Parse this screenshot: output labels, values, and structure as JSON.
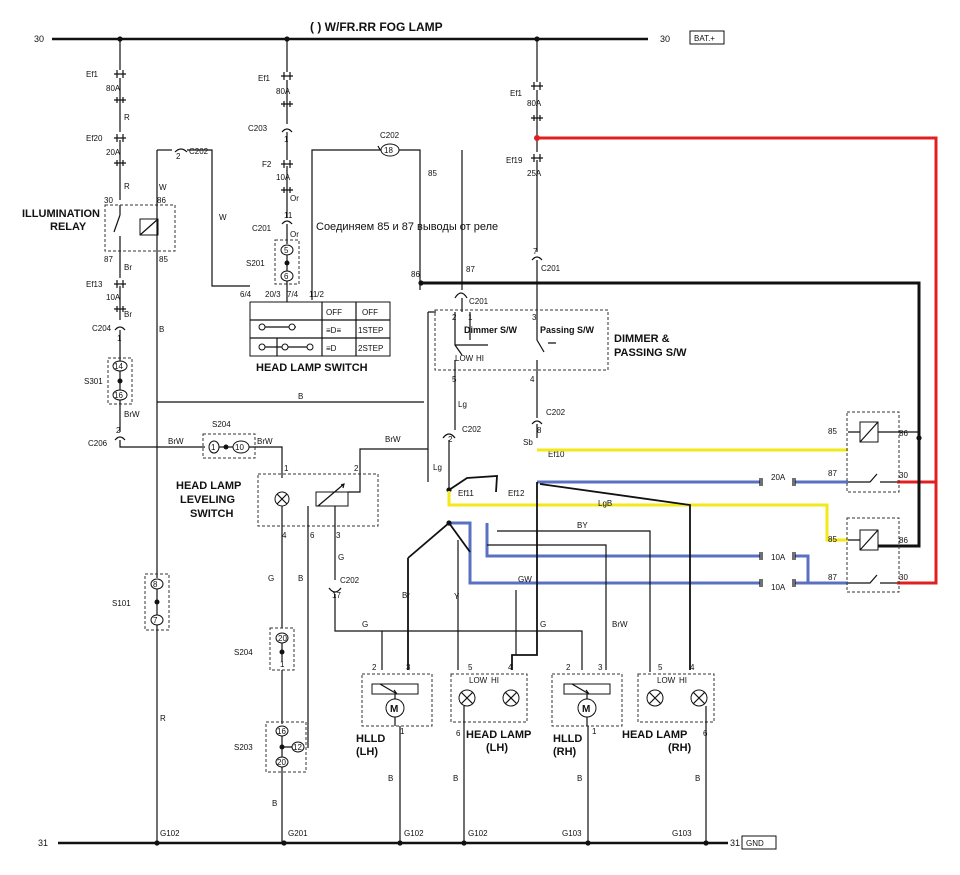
{
  "title": "( ) W/FR.RR FOG LAMP",
  "rails": {
    "top_left": "30",
    "top_right": "30",
    "bat": "BAT.+",
    "bottom_left": "31",
    "bottom_right": "31",
    "gnd": "GND"
  },
  "fuses": {
    "ef1_left": "Ef1",
    "ef1_left_rating": "80A",
    "ef20": "Ef20",
    "ef20_rating": "20A",
    "ef13": "Ef13",
    "ef13_rating": "10A",
    "ef1_mid": "Ef1",
    "ef1_mid_rating": "80A",
    "f2": "F2",
    "f2_rating": "10A",
    "ef1_right": "Ef1",
    "ef1_right_rating": "80A",
    "ef19": "Ef19",
    "ef19_rating": "25A",
    "ef10": "Ef10",
    "ef11": "Ef11",
    "ef12": "Ef12",
    "fuse_20a": "20A",
    "fuse_10a_1": "10A",
    "fuse_10a_2": "10A"
  },
  "connectors": {
    "c202_a": "C202",
    "c202_a_pin": "2",
    "c203": "C203",
    "c203_pin": "1",
    "c202_b": "C202",
    "c202_b_pin": "18",
    "c201_a": "C201",
    "c201_a_pin": "11",
    "s201": "S201",
    "s201_pin_top": "5",
    "s201_pin_bot": "6",
    "c204": "C204",
    "c204_pin": "1",
    "s301": "S301",
    "s301_pin_top": "14",
    "s301_pin_bot": "16",
    "c206": "C206",
    "c206_pin": "2",
    "s204_top": "S204",
    "s204_top_pin_l": "1",
    "s204_top_pin_r": "10",
    "c201_b": "C201",
    "c201_b_pin": "7",
    "c201_c": "C201",
    "c202_c": "C202",
    "c202_c_pin": "8",
    "c202_d": "C202",
    "c202_d_pin": "2",
    "c202_e": "C202",
    "c202_e_pin": "17",
    "s101": "S101",
    "s101_pin_top": "8",
    "s101_pin_bot": "7",
    "s204_bot": "S204",
    "s204_bot_pin_top": "20",
    "s204_bot_pin_bot": "1",
    "s203": "S203",
    "s203_pin_top": "16",
    "s203_pin_r": "12",
    "s203_pin_bot": "20"
  },
  "wire_colors": {
    "r1": "R",
    "r2": "R",
    "r3": "R",
    "w1": "W",
    "w2": "W",
    "br1": "Br",
    "br2": "Br",
    "brw1": "BrW",
    "brw2": "BrW",
    "brw3": "BrW",
    "brw4": "BrW",
    "brw5": "BrW",
    "b1": "B",
    "b2": "B",
    "b3": "B",
    "b4": "B",
    "b5": "B",
    "b6": "B",
    "b7": "B",
    "b8": "B",
    "b9": "B",
    "or1": "Or",
    "or2": "Or",
    "lg1": "Lg",
    "lg2": "Lg",
    "sb": "Sb",
    "g1": "G",
    "g2": "G",
    "g3": "G",
    "g4": "G",
    "y": "Y",
    "br3": "Br",
    "by": "BY",
    "gw": "GW",
    "lgb": "LgB",
    "rr": "R",
    "bb": "B",
    "w85": "85",
    "w86": "86",
    "w87": "87"
  },
  "illumination_relay": {
    "label": "ILLUMINATION\nRELAY",
    "line1": "ILLUMINATION",
    "line2": "RELAY",
    "p30": "30",
    "p86": "86",
    "p87": "87",
    "p85": "85"
  },
  "head_lamp_switch": {
    "label": "HEAD LAMP SWITCH",
    "pins": [
      "6/4",
      "20/3",
      "7/4",
      "11/2"
    ],
    "rows": [
      {
        "state": "OFF",
        "mode": "OFF"
      },
      {
        "state": "≡D≡",
        "mode": "1STEP"
      },
      {
        "state": "≡D",
        "mode": "2STEP"
      }
    ]
  },
  "dimmer": {
    "label1": "DIMMER &",
    "label2": "PASSING S/W",
    "dimmer_sw": "Dimmer S/W",
    "passing_sw": "Passing S/W",
    "pin2": "2",
    "pin1": "1",
    "pin3": "3",
    "pin5": "5",
    "pin4": "4",
    "low": "LOW",
    "hi": "HI"
  },
  "note": "Соединяем 85 и 87 выводы от реле",
  "note_pins": {
    "p85": "85",
    "p87": "87",
    "p86": "86"
  },
  "leveling_switch": {
    "line1": "HEAD LAMP",
    "line2": "LEVELING",
    "line3": "SWITCH",
    "pin1": "1",
    "pin2": "2",
    "pin4": "4",
    "pin6": "6",
    "pin3": "3"
  },
  "relays": {
    "top": {
      "p85": "85",
      "p86": "86",
      "p87": "87",
      "p30": "30"
    },
    "bot": {
      "p85": "85",
      "p86": "86",
      "p87": "87",
      "p30": "30"
    }
  },
  "hlld_lh": {
    "line1": "HLLD",
    "line2": "(LH)",
    "pin2": "2",
    "pin3": "3",
    "pin1": "1",
    "motor": "M"
  },
  "hlld_rh": {
    "line1": "HLLD",
    "line2": "(RH)",
    "pin2": "2",
    "pin3": "3",
    "pin1": "1",
    "motor": "M"
  },
  "head_lamp_lh": {
    "line1": "HEAD LAMP",
    "line2": "(LH)",
    "pin5": "5",
    "pin4": "4",
    "pin6": "6",
    "low": "LOW",
    "hi": "HI"
  },
  "head_lamp_rh": {
    "line1": "HEAD LAMP",
    "line2": "(RH)",
    "pin5": "5",
    "pin4": "4",
    "pin6": "6",
    "low": "LOW",
    "hi": "HI"
  },
  "grounds": {
    "g102_a": "G102",
    "g201": "G201",
    "g102_b": "G102",
    "g102_c": "G102",
    "g103_a": "G103",
    "g103_b": "G103"
  }
}
